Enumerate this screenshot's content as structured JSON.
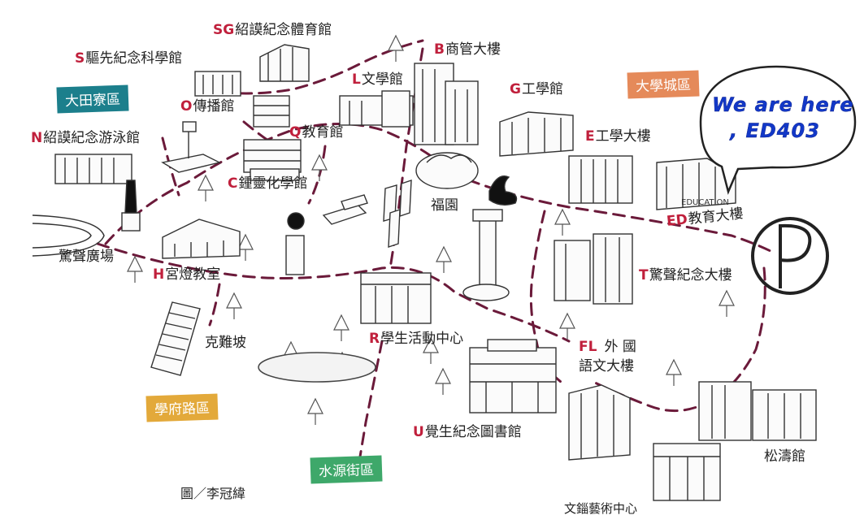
{
  "buildings": [
    {
      "code": "SG",
      "name": "紹謨紀念體育館"
    },
    {
      "code": "S",
      "name": "驅先紀念科學館"
    },
    {
      "code": "B",
      "name": "商管大樓"
    },
    {
      "code": "L",
      "name": "文學館"
    },
    {
      "code": "G",
      "name": "工學館"
    },
    {
      "code": "O",
      "name": "傳播館"
    },
    {
      "code": "Q",
      "name": "教育館"
    },
    {
      "code": "N",
      "name": "紹謨紀念游泳館"
    },
    {
      "code": "E",
      "name": "工學大樓"
    },
    {
      "code": "C",
      "name": "鍾靈化學館"
    },
    {
      "code": "ED",
      "name": "教育大樓"
    },
    {
      "code": "H",
      "name": "宮燈教室"
    },
    {
      "code": "T",
      "name": "驚聲紀念大樓"
    },
    {
      "code": "R",
      "name": "學生活動中心"
    },
    {
      "code": "FL",
      "name": "外 國"
    },
    {
      "code": "",
      "name": "語文大樓"
    },
    {
      "code": "U",
      "name": "覺生紀念圖書館"
    }
  ],
  "places": {
    "fuyuan": "福園",
    "jingsheng_square": "驚聲廣場",
    "kenan_slope": "克難坡",
    "songtao": "松濤館",
    "wenxi": "文錙藝術中心"
  },
  "zones": {
    "datian": "大田寮區",
    "daxuecheng": "大學城區",
    "xuefu": "學府路區",
    "shuiyuan": "水源街區"
  },
  "credit": "圖／李冠緯",
  "bubble": {
    "line1": "We are here",
    "line2": ", ED403"
  },
  "colors": {
    "code": "#c0203c",
    "path": "#6b1a3a",
    "zone_datian": "#1c7f8c",
    "zone_daxuecheng": "#e58a5a",
    "zone_xuefu": "#e3a93a",
    "zone_shuiyuan": "#3ea86a",
    "bubble_text": "#1238c8"
  }
}
